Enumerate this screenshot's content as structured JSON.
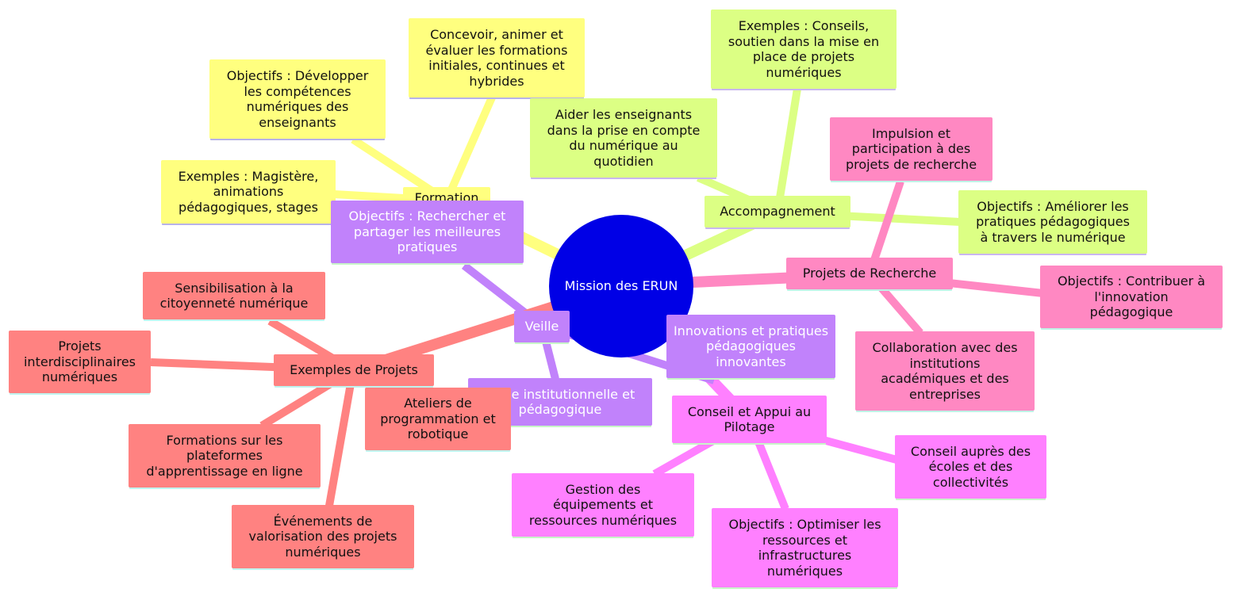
{
  "root": {
    "label": "Mission des ERUN",
    "color": "#0000e6"
  },
  "colors": {
    "formation": "#ffff7f",
    "accompagnement": "#dcff84",
    "recherche": "#ff88c2",
    "pilotage": "#ff80ff",
    "veille": "#c182fb",
    "projets": "#ff8281"
  },
  "formation": {
    "label": "Formation",
    "objectifs": "Objectifs : Développer\nles compétences\nnumériques des\nenseignants",
    "concevoir": "Concevoir, animer et\névaluer les formations\ninitiales, continues et\nhybrides",
    "exemples": "Exemples : Magistère,\nanimations\npédagogiques, stages"
  },
  "accompagnement": {
    "label": "Accompagnement",
    "exemples": "Exemples : Conseils,\nsoutien dans la mise en\nplace de projets\nnumériques",
    "aider": "Aider les enseignants\ndans la prise en compte\ndu numérique au\nquotidien",
    "objectifs": "Objectifs : Améliorer les\npratiques pédagogiques\nà travers le numérique"
  },
  "recherche": {
    "label": "Projets de Recherche",
    "impulsion": "Impulsion et\nparticipation à des\nprojets de recherche",
    "objectifs": "Objectifs : Contribuer à\nl'innovation\npédagogique",
    "collaboration": "Collaboration avec des\ninstitutions\nacadémiques et des\nentreprises"
  },
  "pilotage": {
    "label": "Conseil et Appui au\nPilotage",
    "conseil": "Conseil auprès des\nécoles et des\ncollectivités",
    "objectifs": "Objectifs : Optimiser les\nressources et\ninfrastructures\nnumériques",
    "gestion": "Gestion des\néquipements et\nressources numériques"
  },
  "veille": {
    "label": "Veille",
    "objectifs": "Objectifs : Rechercher et\npartager les meilleures\npratiques",
    "innovations": "Innovations et pratiques\npédagogiques\ninnovantes",
    "institutionnelle": "Veille institutionnelle et\npédagogique"
  },
  "projets": {
    "label": "Exemples de Projets",
    "sensibilisation": "Sensibilisation à la\ncitoyenneté numérique",
    "interdisciplinaires": "Projets\ninterdisciplinaires\nnumériques",
    "formations": "Formations sur les\nplateformes\nd'apprentissage en ligne",
    "evenements": "Événements de\nvalorisation des projets\nnumériques",
    "ateliers": "Ateliers de\nprogrammation et\nrobotique"
  }
}
